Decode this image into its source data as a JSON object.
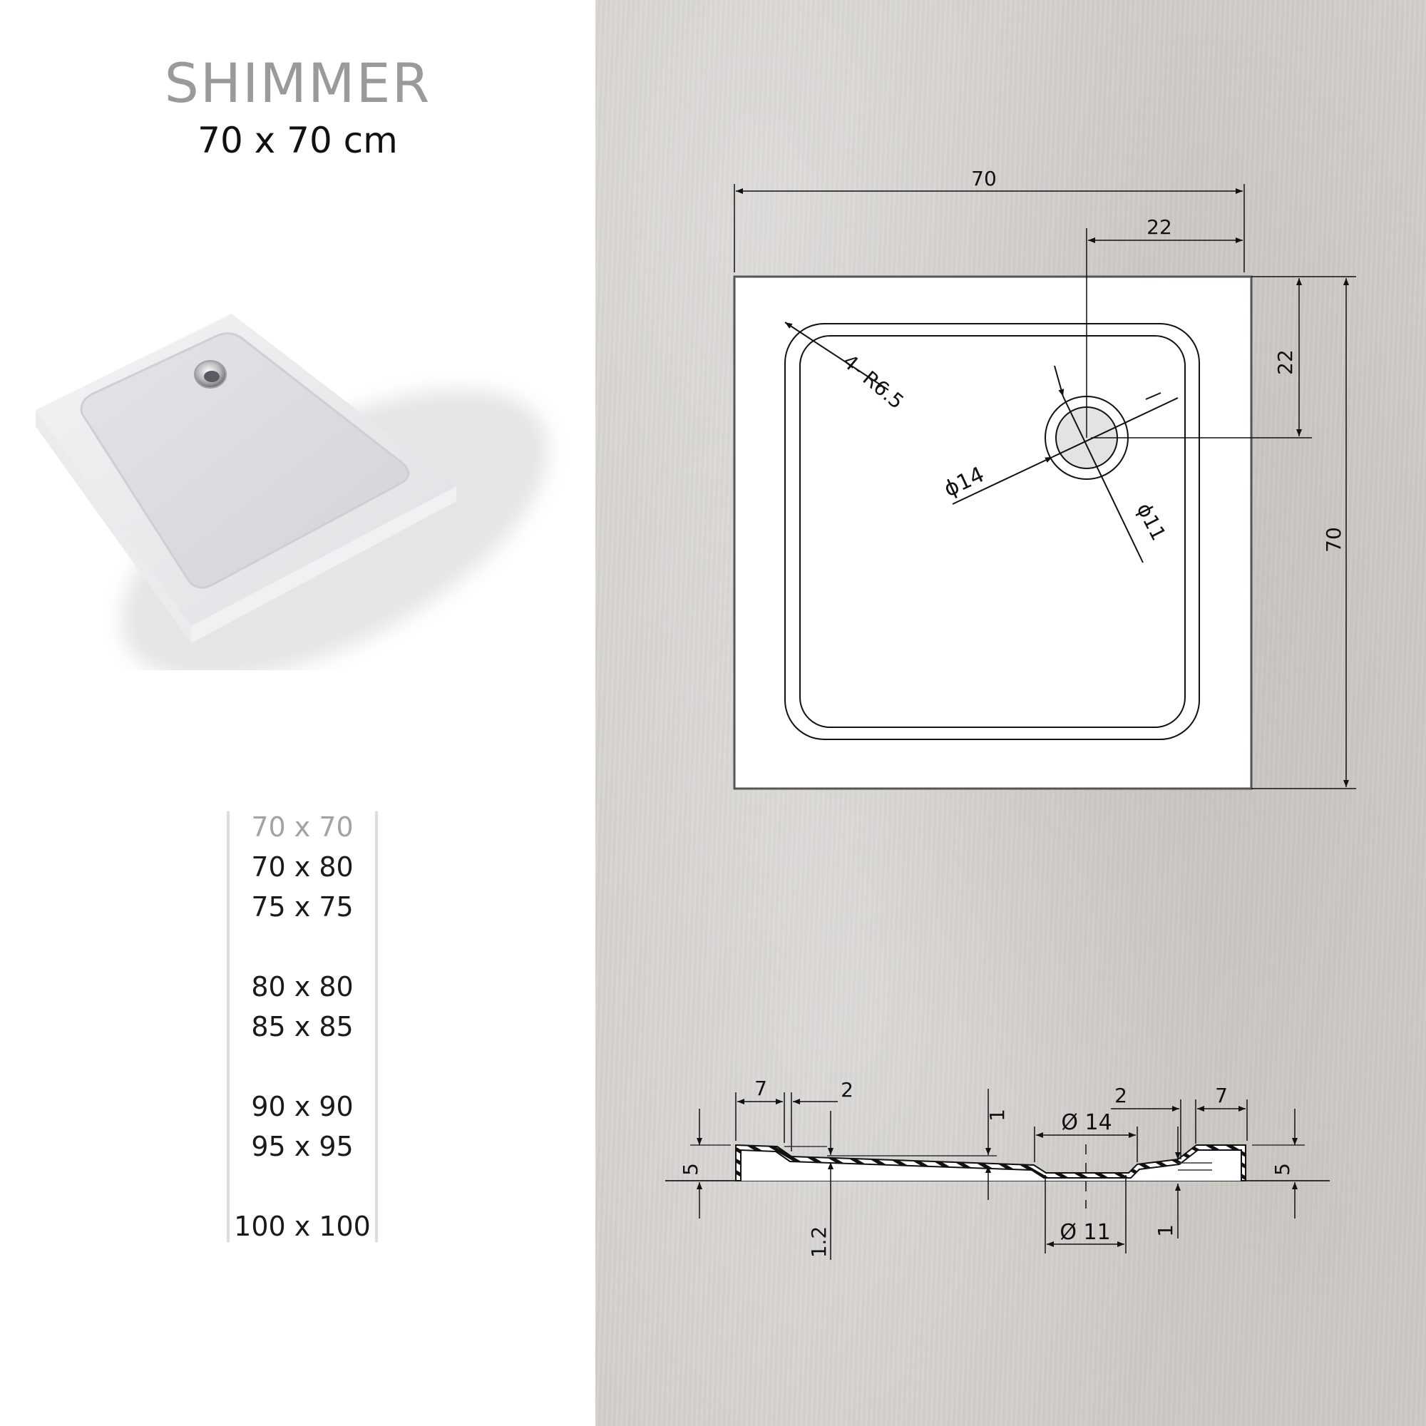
{
  "header": {
    "product_name": "SHIMMER",
    "size_label": "70 x 70 cm"
  },
  "product_image": {
    "alt": "white rectangular shower tray with chrome drain",
    "colors": {
      "tray": "#e9e9ec",
      "basin": "#dcdce0",
      "drain": "#c8c8cc"
    }
  },
  "size_options": {
    "selected": "70 x 70",
    "items": [
      {
        "label": "70 x 70",
        "active": true
      },
      {
        "label": "70 x 80",
        "active": false
      },
      {
        "label": "75 x 75",
        "active": false
      },
      {
        "label": "80 x 80",
        "active": false
      },
      {
        "label": "85 x 85",
        "active": false
      },
      {
        "label": "90 x 90",
        "active": false
      },
      {
        "label": "95 x 95",
        "active": false
      },
      {
        "label": "100 x 100",
        "active": false
      }
    ]
  },
  "top_view": {
    "width_dim": "70",
    "height_dim": "70",
    "drain_offset_x": "22",
    "drain_offset_y": "22",
    "corner_radius": "4- R6.5",
    "outer_drain_diameter": "ϕ14",
    "inner_drain_diameter": "ϕ11"
  },
  "section_view": {
    "left_rim_width": "7",
    "left_slope_width": "2",
    "left_height": "5",
    "floor_thickness": "1.2",
    "center_step": "1",
    "drain_top_diameter": "Ø 14",
    "drain_bottom_diameter": "Ø 11",
    "right_slope_width": "2",
    "right_rim_width": "7",
    "right_step": "1",
    "right_height": "5"
  },
  "colors": {
    "background_left": "#ffffff",
    "background_right": "#d2cfcb",
    "title_gray": "#9a9a9a",
    "divider": "#dcdcdc",
    "drain_fill": "#e3e3e3",
    "line": "#111111"
  }
}
